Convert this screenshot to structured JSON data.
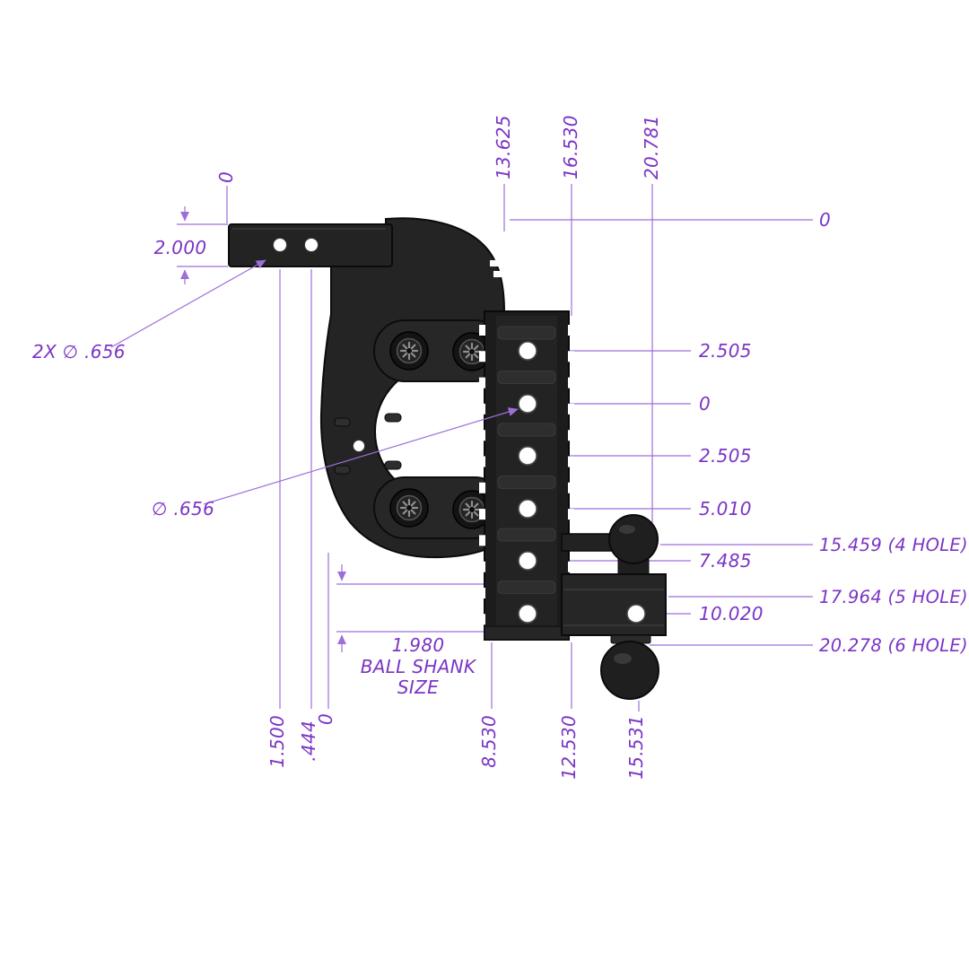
{
  "page": {
    "background": "#ffffff"
  },
  "colors": {
    "dimension_text": "#7b35c4",
    "dimension_line": "#9d6fd9",
    "part_dark": "#242424"
  },
  "dims_top": {
    "zero": "0",
    "body_edge": "13.625",
    "channel_face": "16.530",
    "ball_center": "20.781"
  },
  "dims_left": {
    "shank_height": "2.000",
    "shank_holes": "2X ∅ .656",
    "channel_hole": "∅ .656"
  },
  "dims_right_holes": {
    "h1": "2.505",
    "h2": "0",
    "h3": "2.505",
    "h4": "5.010",
    "h5": "7.485",
    "h6": "10.020"
  },
  "dims_right_drop": {
    "top_zero": "0",
    "four_hole": "15.459 (4 HOLE)",
    "five_hole": "17.964 (5 HOLE)",
    "six_hole": "20.278 (6 HOLE)"
  },
  "dims_bottom": {
    "shank_hole_far": "1.500",
    "shank_hole_near": ".444",
    "zero": "0",
    "channel_front": "8.530",
    "channel_back": "12.530",
    "ball_center": "15.531"
  },
  "ball_shank_note": {
    "value": "1.980",
    "line1": "BALL SHANK",
    "line2": "SIZE"
  }
}
